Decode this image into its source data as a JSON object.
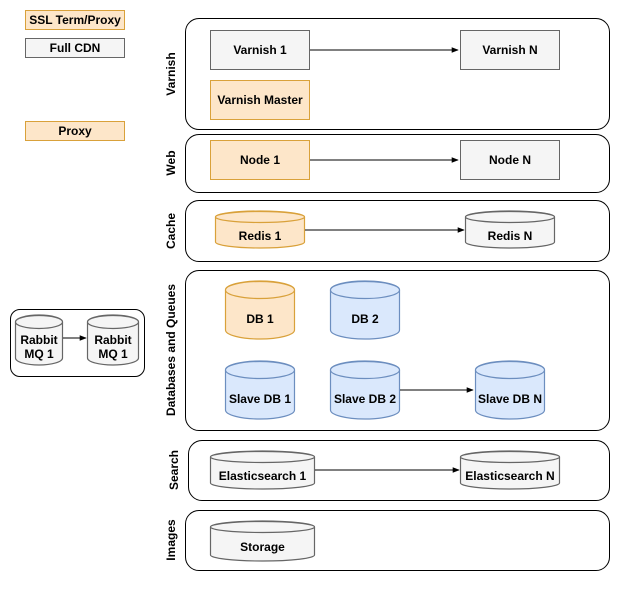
{
  "legend": {
    "ssl": "SSL Term/Proxy",
    "cdn": "Full CDN",
    "proxy": "Proxy"
  },
  "lanes": {
    "varnish": "Varnish",
    "web": "Web",
    "cache": "Cache",
    "databases": "Databases and Queues",
    "search": "Search",
    "images": "Images"
  },
  "nodes": {
    "varnish_1": "Varnish 1",
    "varnish_n": "Varnish N",
    "varnish_master": "Varnish Master",
    "node_1": "Node 1",
    "node_n": "Node N",
    "redis_1": "Redis 1",
    "redis_n": "Redis N",
    "db_1": "DB 1",
    "db_2": "DB 2",
    "slave_db_1": "Slave DB 1",
    "slave_db_2": "Slave DB 2",
    "slave_db_n": "Slave DB N",
    "elasticsearch_1": "Elasticsearch 1",
    "elasticsearch_n": "Elasticsearch N",
    "storage": "Storage",
    "rabbit_1": "Rabbit\nMQ 1",
    "rabbit_2": "Rabbit\nMQ 1"
  },
  "colors": {
    "orange_fill": "#fde6c9",
    "orange_stroke": "#d9a13a",
    "blue_fill": "#dae8fc",
    "blue_stroke": "#6c8ebf",
    "gray_fill": "#f5f5f5",
    "gray_stroke": "#666666"
  }
}
